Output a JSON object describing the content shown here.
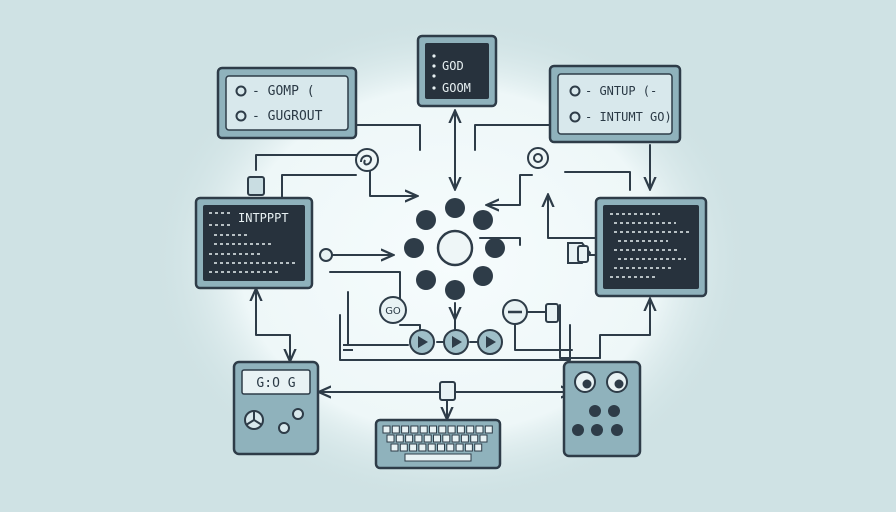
{
  "colors": {
    "background": "#cfe2e4",
    "glow": "#f4fbfc",
    "ink": "#2e3c48",
    "panel": "#8fb2bc",
    "panel_light": "#d8e8ec",
    "screen": "#27323d",
    "screen_text": "#e7f0f2"
  },
  "top_left_panel": {
    "line1": "- GOMP (",
    "line2": "- GUGROUT"
  },
  "top_center_terminal": {
    "line1": "GOD",
    "line2": "GOOM"
  },
  "top_right_panel": {
    "line1": "- GNTUP (-",
    "line2": "- INTUMT GO)"
  },
  "left_terminal": {
    "title": "INTPPPT"
  },
  "middle": {
    "go_label": "GO"
  },
  "bottom_left_device": {
    "display": "G:O G"
  }
}
